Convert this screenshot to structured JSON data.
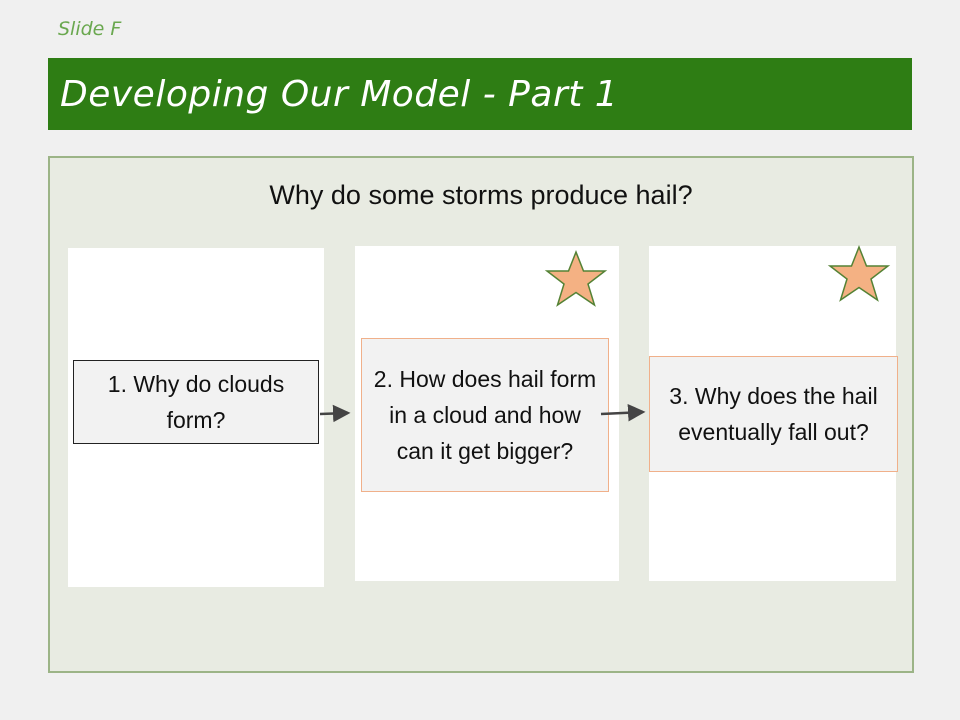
{
  "slide_label": "Slide F",
  "title": "Developing Our Model - Part 1",
  "question": "Why do some storms produce hail?",
  "steps": [
    {
      "text": "1. Why do clouds form?",
      "starred": false
    },
    {
      "text": "2. How does hail form in a cloud and how can it get bigger?",
      "starred": true
    },
    {
      "text": "3. Why does the hail eventually fall out?",
      "starred": true
    }
  ],
  "colors": {
    "title_bar": "#2e7d14",
    "star_fill": "#f4b183",
    "star_stroke": "#548235"
  }
}
